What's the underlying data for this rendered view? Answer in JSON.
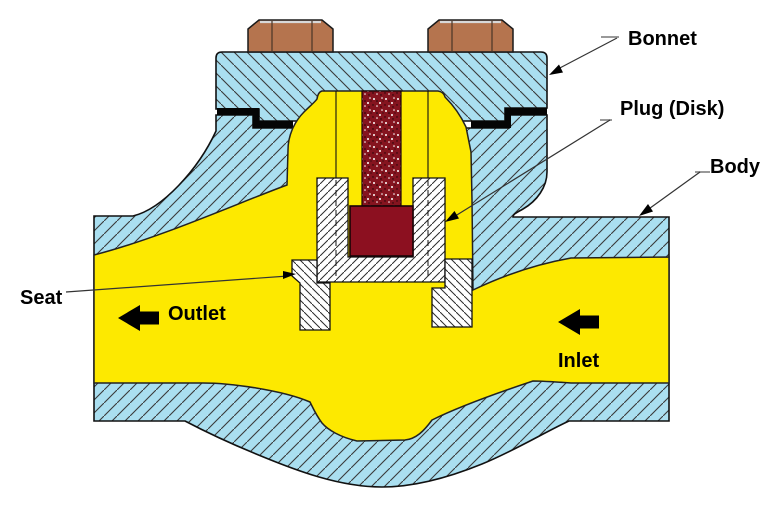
{
  "diagram": {
    "kind": "check-valve cross-section",
    "labels": {
      "bonnet": "Bonnet",
      "plug": "Plug (Disk)",
      "body": "Body",
      "seat": "Seat",
      "outlet": "Outlet",
      "inlet": "Inlet"
    }
  },
  "colors": {
    "background": "#ffffff",
    "metal_section": "#aadff0",
    "flow": "#fde900",
    "plug": "#8c1020",
    "plug_stem": "#85141f",
    "bolt": "#b5744e",
    "gasket": "#050505",
    "hatch": "#3a3a3a",
    "outline": "#111111",
    "label_text": "#000000",
    "leader": "#333333",
    "leader_tail": "#999999"
  }
}
